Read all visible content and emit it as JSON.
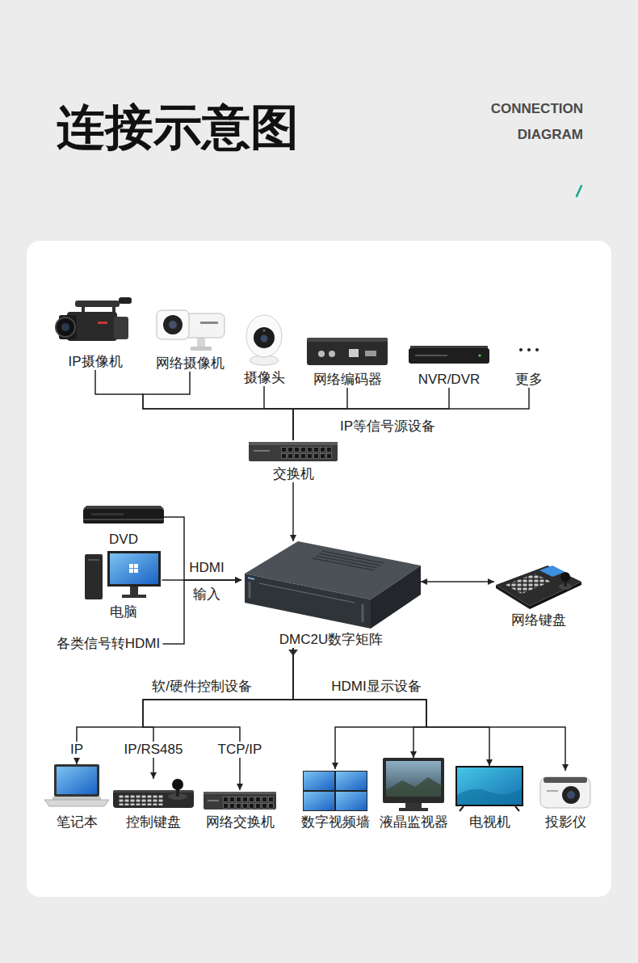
{
  "diagram": {
    "title": "连接示意图",
    "nodes": [
      {
        "text": [
          "IP摄像机"
        ]
      },
      {
        "text": [
          "网络摄像机"
        ]
      },
      {
        "text": [
          "摄像头"
        ]
      },
      {
        "text": [
          "网络编码器"
        ]
      },
      {
        "text": [
          "NVR/DVR"
        ]
      },
      {
        "text": [
          "更多"
        ]
      },
      {
        "text": [
          "交换机"
        ]
      },
      {
        "text": [
          "DVD"
        ]
      },
      {
        "text": [
          "电脑"
        ]
      },
      {
        "text": [
          "各类信号转HDMI"
        ]
      },
      {
        "text": [
          "DMC2U数字矩阵"
        ]
      },
      {
        "text": [
          "网络键盘"
        ]
      },
      {
        "text": [
          "笔记本"
        ]
      },
      {
        "text": [
          "控制键盘"
        ]
      },
      {
        "text": [
          "网络交换机"
        ]
      },
      {
        "text": [
          "数字视频墙"
        ]
      },
      {
        "text": [
          "液晶监视器"
        ]
      },
      {
        "text": [
          "电视机"
        ]
      },
      {
        "text": [
          "投影仪"
        ]
      }
    ],
    "edges": [
      {
        "from": 0,
        "to": 6,
        "arrow": "none"
      },
      {
        "from": 1,
        "to": 6,
        "arrow": "none"
      },
      {
        "from": 2,
        "to": 6,
        "arrow": "none"
      },
      {
        "from": 3,
        "to": 6,
        "arrow": "none"
      },
      {
        "from": 4,
        "to": 6,
        "arrow": "none"
      },
      {
        "from": 5,
        "to": 6,
        "arrow": "none"
      },
      {
        "from": 6,
        "to": 10,
        "arrow": "to"
      },
      {
        "from": 7,
        "to": 10,
        "arrow": "to"
      },
      {
        "from": 8,
        "to": 10,
        "arrow": "to"
      },
      {
        "from": 9,
        "to": 10,
        "arrow": "to"
      },
      {
        "from": 10,
        "to": 11,
        "arrow": "both"
      },
      {
        "from": 10,
        "to": 12,
        "label": "IP",
        "arrow": "to"
      },
      {
        "from": 10,
        "to": 13,
        "label": "IP/RS485",
        "arrow": "to"
      },
      {
        "from": 10,
        "to": 14,
        "label": "TCP/IP",
        "arrow": "to"
      },
      {
        "from": 10,
        "to": 15,
        "arrow": "to"
      },
      {
        "from": 10,
        "to": 16,
        "arrow": "to"
      },
      {
        "from": 10,
        "to": 17,
        "arrow": "to"
      },
      {
        "from": 10,
        "to": 18,
        "arrow": "to"
      }
    ],
    "labels": [
      "CONNECTION",
      "DIAGRAM",
      "IP等信号源设备",
      "HDMI",
      "输入",
      "软/硬件控制设备",
      "HDMI显示设备"
    ]
  }
}
